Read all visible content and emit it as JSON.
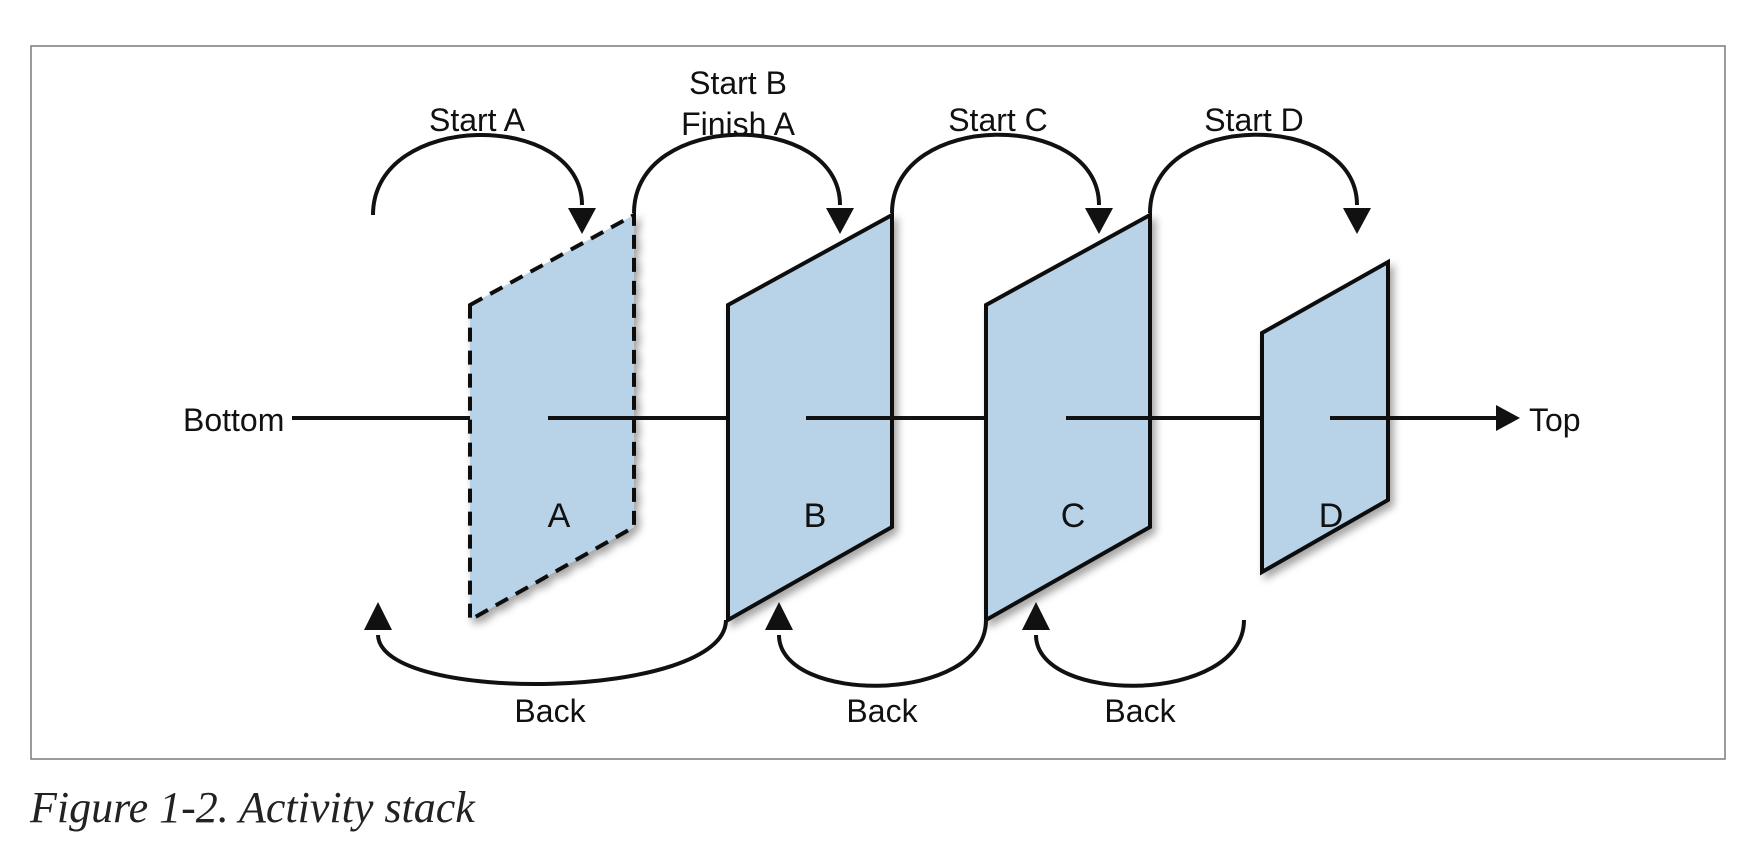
{
  "diagram": {
    "axis": {
      "start_label": "Bottom",
      "end_label": "Top"
    },
    "panels": [
      {
        "id": "A",
        "label": "A",
        "style": "dashed"
      },
      {
        "id": "B",
        "label": "B",
        "style": "solid"
      },
      {
        "id": "C",
        "label": "C",
        "style": "solid"
      },
      {
        "id": "D",
        "label": "D",
        "style": "solid"
      }
    ],
    "top_arrows": [
      {
        "lines": [
          "Start A"
        ]
      },
      {
        "lines": [
          "Start B",
          "Finish A"
        ]
      },
      {
        "lines": [
          "Start C"
        ]
      },
      {
        "lines": [
          "Start D"
        ]
      }
    ],
    "bottom_arrows": [
      {
        "label": "Back"
      },
      {
        "label": "Back"
      },
      {
        "label": "Back"
      }
    ],
    "colors": {
      "panel_fill": "#b8d3e8",
      "stroke": "#111111",
      "frame": "#7a7a7a"
    }
  },
  "caption": "Figure 1-2. Activity stack"
}
